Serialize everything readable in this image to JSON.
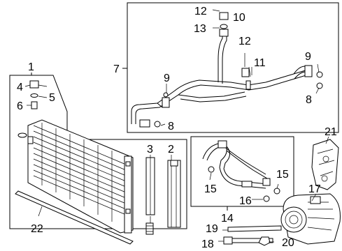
{
  "diagram": {
    "callouts": {
      "c1": "1",
      "c2": "2",
      "c3": "3",
      "c4": "4",
      "c5": "5",
      "c6": "6",
      "c7": "7",
      "c8a": "8",
      "c8b": "8",
      "c9a": "9",
      "c9b": "9",
      "c10": "10",
      "c11": "11",
      "c12a": "12",
      "c12b": "12",
      "c13": "13",
      "c14": "14",
      "c15a": "15",
      "c15b": "15",
      "c16": "16",
      "c17": "17",
      "c18": "18",
      "c19": "19",
      "c20": "20",
      "c21": "21",
      "c22": "22"
    }
  }
}
